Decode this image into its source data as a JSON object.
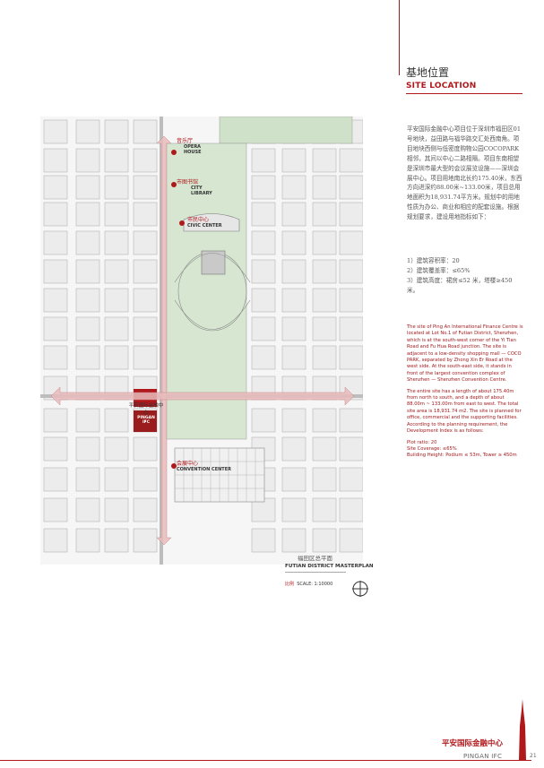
{
  "section": {
    "title_zh": "基地位置",
    "title_en": "SITE LOCATION"
  },
  "description_zh": "平安国际金融中心项目位于深圳市福田区01号地块，益田路与福华路交汇处西南角。项目地块西侧与低密度购物公园COCOPARK相邻，其间以中心二路相隔。项目东南相望是深圳市最大型的会议展览设施——深圳会展中心。项目用地南北长约175.40米，东西方向进深约88.00米~133.00米，项目总用地面积为18,931.74平方米。规划中的用地性质为办公、商业和相应的配套设施。根据规划要求，建设用地指标如下：",
  "indices_zh": [
    "1）建筑容积率：20",
    "2）建筑覆盖率：≤65%",
    "3）建筑高度：裙房≤52 米，塔楼≥450 米。"
  ],
  "description_en_1": "The site of Ping An International Finance Centre is located at Lot No.1 of Futian District, Shenzhen, which is at the south-west corner of the Yi Tian Road and Fu Hua Road junction. The site is adjacent to a low-density shopping mall — COCO PARK, separated by Zhong Xin Er Road at the west side. At the south-east side, it stands in front of the largest convention complex of Shenzhen — Shenzhen Convention Centre.",
  "description_en_2": "The entire site has a length of about 175.40m from north to south, and a depth of about 88.00m ~ 133.00m from east to west. The total site area is 18,931.74 m2. The site is planned for office, commercial and the supporting facilities. According to the planning requirement, the Development Index is as follows:",
  "indices_en": [
    "Plot ratio: 20",
    "Site Coverage: ≤65%",
    "Building Height: Podium ≤ 53m, Tower ≥ 450m"
  ],
  "map_labels": {
    "opera_zh": "音乐厅",
    "opera_en_1": "OPERA",
    "opera_en_2": "HOUSE",
    "library_zh": "市图书馆",
    "library_en_1": "CITY",
    "library_en_2": "LIBRARY",
    "civic_zh": "市民中心",
    "civic_en": "CIVIC CENTER",
    "site_zh": "平安国际金融中心",
    "site_en_1": "PINGAN",
    "site_en_2": "IFC",
    "convention_zh": "会展中心",
    "convention_en": "CONVENTION CENTER"
  },
  "map_caption": {
    "zh": "福田区总平面",
    "en": "FUTIAN DISTRICT MASTERPLAN",
    "scale_zh": "比例",
    "scale_en": "SCALE: 1:10000"
  },
  "footer": {
    "brand_zh": "平安国际金融中心",
    "brand_en": "PINGAN IFC",
    "page": "21"
  },
  "colors": {
    "accent": "#b0191c",
    "arrow": "#e9bcbc",
    "park": "#cfe2c9",
    "block": "#f3f3f3",
    "road": "#bdbdbd"
  }
}
